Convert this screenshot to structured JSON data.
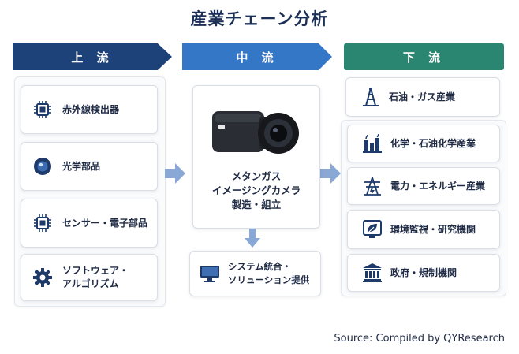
{
  "title": "産業チェーン分析",
  "headers": {
    "upstream": "上 流",
    "midstream": "中 流",
    "downstream": "下 流"
  },
  "upstream": [
    {
      "label": "赤外線検出器",
      "icon": "chip-icon"
    },
    {
      "label": "光学部品",
      "icon": "lens-icon"
    },
    {
      "label": "センサー・電子部品",
      "icon": "chip-icon"
    },
    {
      "label": "ソフトウェア・\nアルゴリズム",
      "icon": "gear-icon"
    }
  ],
  "midstream": {
    "main_label": "メタンガス\nイメージングカメラ\n製造・組立",
    "main_icon": "thermal-camera-icon",
    "sub_label": "システム統合・\nソリューション提供",
    "sub_icon": "monitor-icon"
  },
  "downstream": [
    {
      "label": "石油・ガス産業",
      "icon": "oil-rig-icon"
    },
    {
      "label": "化学・石油化学産業",
      "icon": "chemical-plant-icon"
    },
    {
      "label": "電力・エネルギー産業",
      "icon": "power-plant-icon"
    },
    {
      "label": "環境監視・研究機関",
      "icon": "leaf-monitor-icon"
    },
    {
      "label": "政府・規制機関",
      "icon": "government-building-icon"
    }
  ],
  "source": "Source: Compiled by QYResearch",
  "colors": {
    "upstream": "#1d4179",
    "midstream": "#3577c7",
    "downstream": "#2a8670",
    "icon": "#1d3a6b"
  }
}
